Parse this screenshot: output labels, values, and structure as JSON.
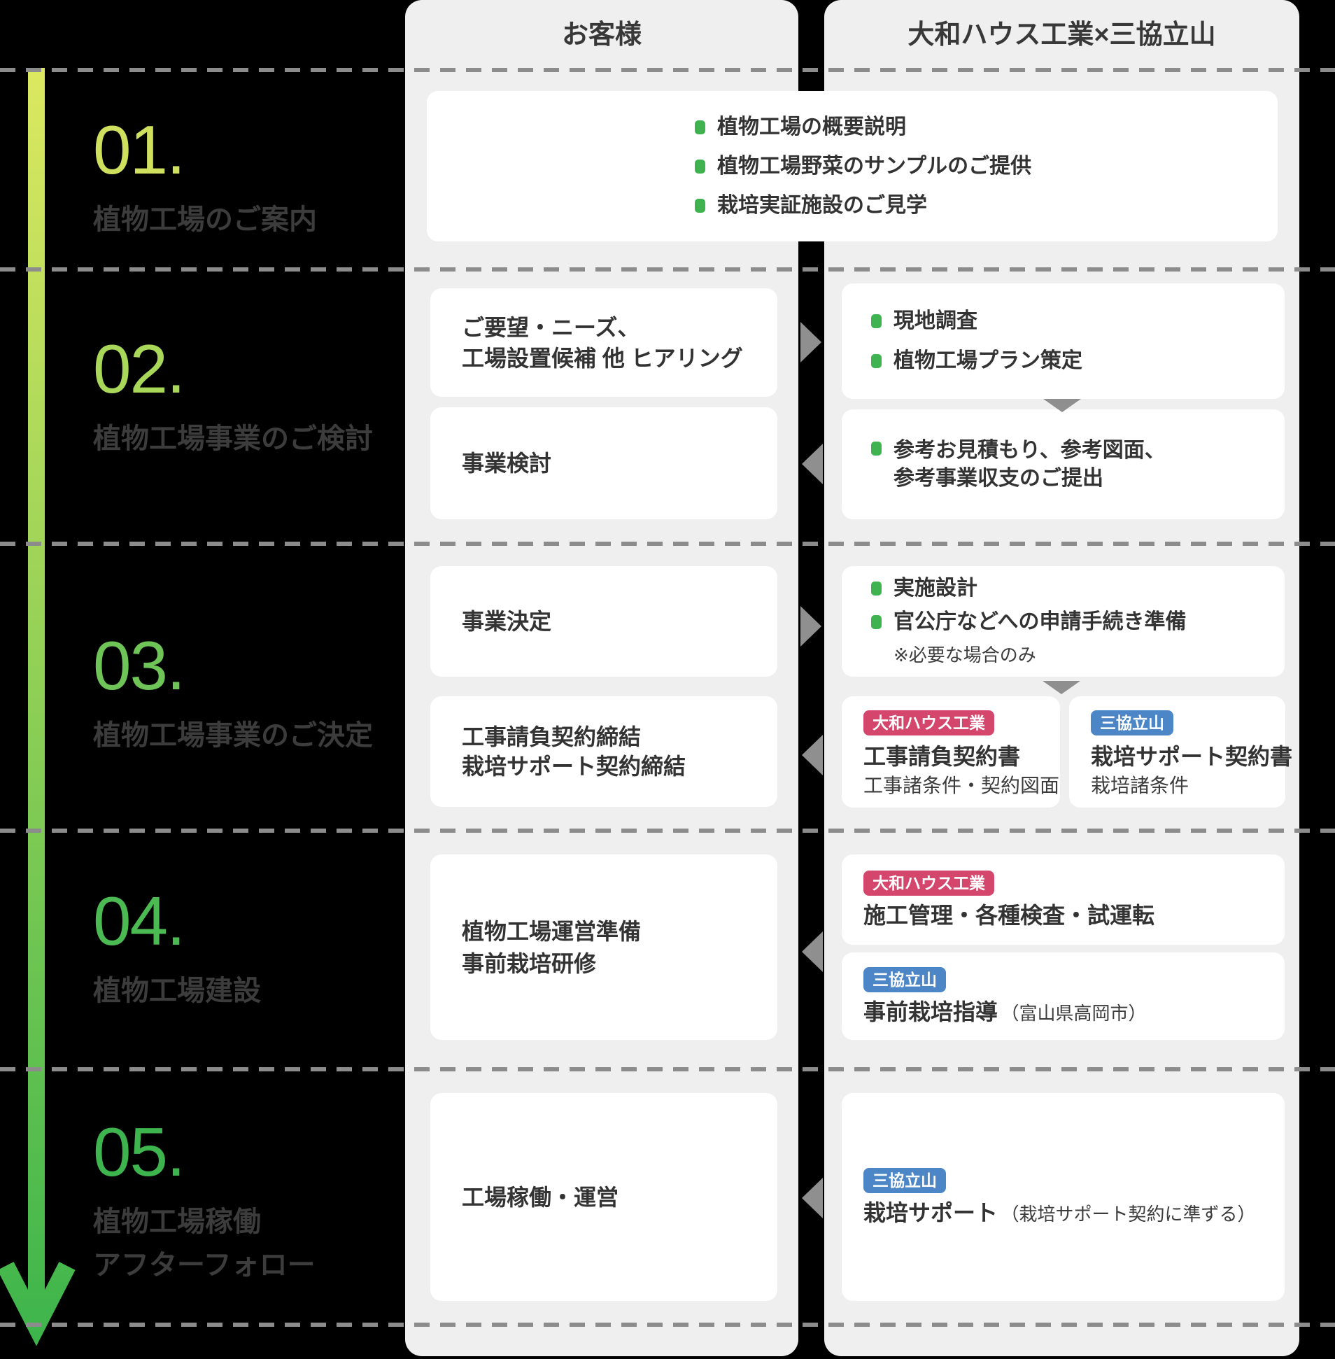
{
  "columns": {
    "customer_header": "お客様",
    "company_header": "大和ハウス工業×三協立山"
  },
  "badges": {
    "daiwa": "大和ハウス工業",
    "sankyo": "三協立山"
  },
  "steps": [
    {
      "number": "01.",
      "label": "植物工場のご案内",
      "number_color": "#cfe05e"
    },
    {
      "number": "02.",
      "label": "植物工場事業のご検討",
      "number_color": "#a9d75a"
    },
    {
      "number": "03.",
      "label": "植物工場事業のご決定",
      "number_color": "#6ec457"
    },
    {
      "number": "04.",
      "label": "植物工場建設",
      "number_color": "#4cba52"
    },
    {
      "number": "05.",
      "label": "植物工場稼働",
      "label2": "アフターフォロー",
      "number_color": "#3eb44e"
    }
  ],
  "step1": {
    "bullets": [
      "植物工場の概要説明",
      "植物工場野菜のサンプルのご提供",
      "栽培実証施設のご見学"
    ]
  },
  "step2": {
    "customer_card1_line1": "ご要望・ニーズ、",
    "customer_card1_line2": "工場設置候補 他 ヒアリング",
    "customer_card2": "事業検討",
    "company_card1_bullets": [
      "現地調査",
      "植物工場プラン策定"
    ],
    "company_card2_line1": "参考お見積もり、参考図面、",
    "company_card2_line2": "参考事業収支のご提出"
  },
  "step3": {
    "customer_card1": "事業決定",
    "customer_card2_line1": "工事請負契約締結",
    "customer_card2_line2": "栽培サポート契約締結",
    "company_bullet1": "実施設計",
    "company_bullet2": "官公庁などへの申請手続き準備",
    "company_note": "※必要な場合のみ",
    "daiwa_card_title": "工事請負契約書",
    "daiwa_card_sub": "工事諸条件・契約図面",
    "sankyo_card_title": "栽培サポート契約書",
    "sankyo_card_sub": "栽培諸条件"
  },
  "step4": {
    "customer_line1": "植物工場運営準備",
    "customer_line2": "事前栽培研修",
    "daiwa_card_title": "施工管理・各種検査・試運転",
    "sankyo_card_title": "事前栽培指導",
    "sankyo_card_note": "（富山県高岡市）"
  },
  "step5": {
    "customer": "工場稼働・運営",
    "sankyo_card_title": "栽培サポート",
    "sankyo_card_note": "（栽培サポート契約に準ずる）"
  },
  "colors": {
    "badge_daiwa": "#d4466b",
    "badge_sankyo": "#4c86c6",
    "bullet_green": "#3eb34f",
    "arrow_gradient_top": "#dce860",
    "arrow_gradient_bottom": "#3bb44b",
    "column_bg": "#efefef",
    "dash_gray": "#8c8c8c"
  }
}
